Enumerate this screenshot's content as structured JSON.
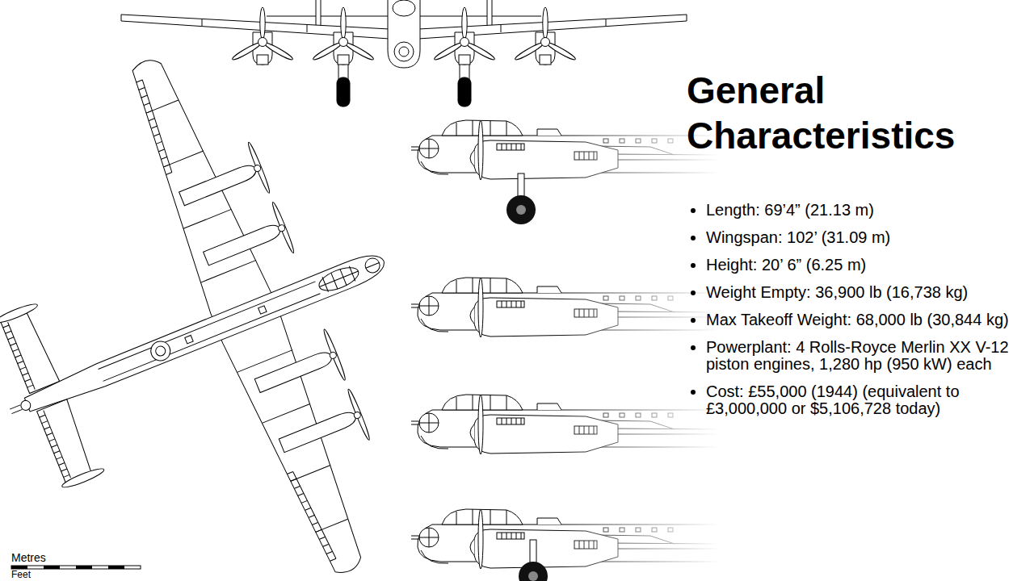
{
  "diagram": {
    "title": "General Characteristics",
    "labels": [
      "Length: 69’4” (21.13 m)",
      "Wingspan: 102’ (31.09 m)",
      "Height: 20’ 6” (6.25 m)",
      "Weight Empty: 36,900 lb (16,738 kg)",
      "Max Takeoff Weight: 68,000 lb (30,844 kg)",
      "Powerplant: 4 Rolls-Royce Merlin XX V-12 piston engines, 1,280 hp (950 kW) each",
      "Cost: £55,000 (1944) (equivalent to £3,000,000 or $5,106,728 today)",
      "Metres",
      "Feet"
    ]
  }
}
